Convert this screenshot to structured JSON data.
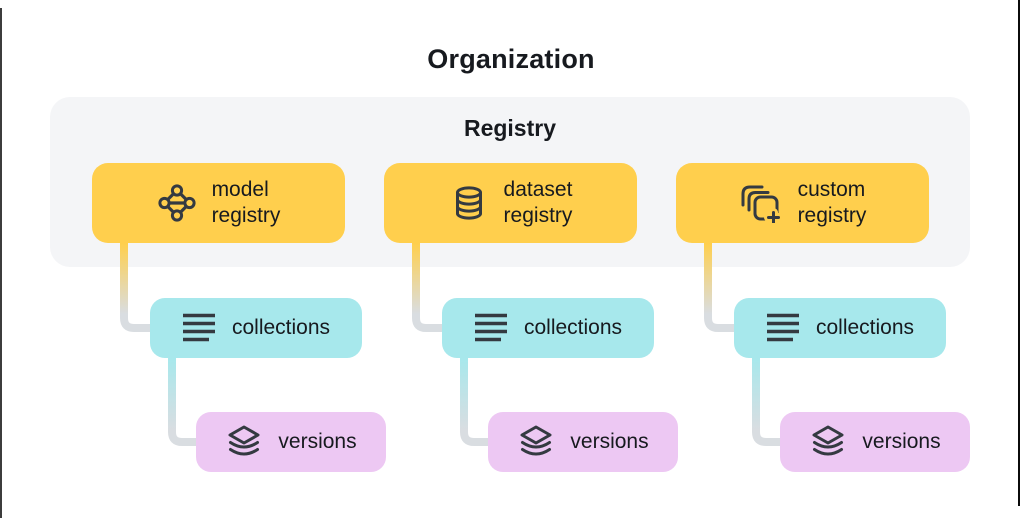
{
  "title": "Organization",
  "group": {
    "label": "Registry"
  },
  "columns": [
    {
      "registry": {
        "line1": "model",
        "line2": "registry",
        "icon": "model-graph-icon"
      },
      "collections": {
        "label": "collections",
        "icon": "list-lines-icon"
      },
      "versions": {
        "label": "versions",
        "icon": "stacked-layers-icon"
      }
    },
    {
      "registry": {
        "line1": "dataset",
        "line2": "registry",
        "icon": "database-icon"
      },
      "collections": {
        "label": "collections",
        "icon": "list-lines-icon"
      },
      "versions": {
        "label": "versions",
        "icon": "stacked-layers-icon"
      }
    },
    {
      "registry": {
        "line1": "custom",
        "line2": "registry",
        "icon": "duplicate-add-icon"
      },
      "collections": {
        "label": "collections",
        "icon": "list-lines-icon"
      },
      "versions": {
        "label": "versions",
        "icon": "stacked-layers-icon"
      }
    }
  ],
  "colors": {
    "registry_box": "#FFCF4D",
    "collections_box": "#A7E8EC",
    "versions_box": "#EDC8F3",
    "group_bg": "#F4F5F7",
    "connector_gray": "#D9DDE1",
    "icon_dark": "#343A41",
    "text_dark": "#171A1F"
  }
}
